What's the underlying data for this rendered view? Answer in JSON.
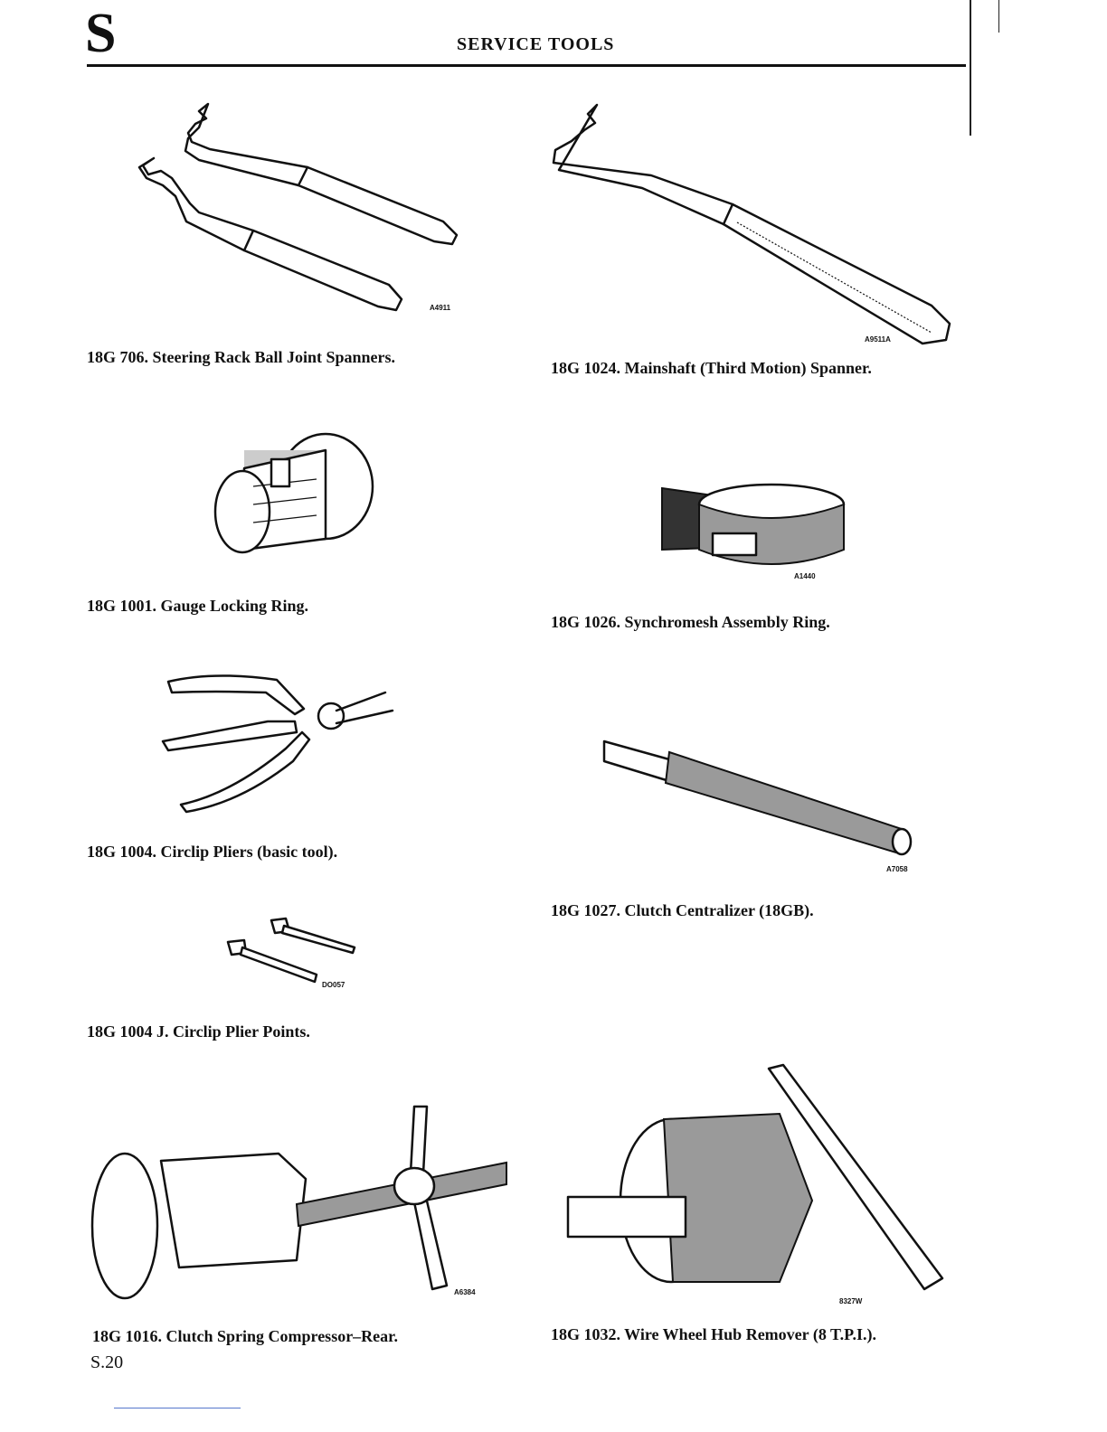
{
  "header": {
    "section_letter": "S",
    "title": "SERVICE TOOLS"
  },
  "items": [
    {
      "caption": "18G 706. Steering Rack Ball Joint Spanners.",
      "ref": "A4911",
      "icon": "twin-c-spanners"
    },
    {
      "caption": "18G 1024. Mainshaft (Third Motion) Spanner.",
      "ref": "A9511A",
      "icon": "c-spanner"
    },
    {
      "caption": "18G 1001. Gauge Locking Ring.",
      "ref": "",
      "icon": "gauge-ring"
    },
    {
      "caption": "18G 1026. Synchromesh Assembly Ring.",
      "ref": "A1440",
      "icon": "synchro-ring"
    },
    {
      "caption": "18G 1004. Circlip Pliers (basic tool).",
      "ref": "",
      "icon": "circlip-pliers"
    },
    {
      "caption": "18G 1027. Clutch Centralizer (18GB).",
      "ref": "A7058",
      "icon": "centralizer-bar"
    },
    {
      "caption": "18G 1004 J. Circlip Plier Points.",
      "ref": "DO057",
      "icon": "plier-points"
    },
    {
      "caption": "18G 1016. Clutch Spring Compressor–Rear.",
      "ref": "A6384",
      "icon": "spring-compressor"
    },
    {
      "caption": "18G 1032. Wire Wheel Hub Remover (8 T.P.I.).",
      "ref": "8327W",
      "icon": "hub-remover"
    }
  ],
  "footer": {
    "page_number": "S.20"
  }
}
